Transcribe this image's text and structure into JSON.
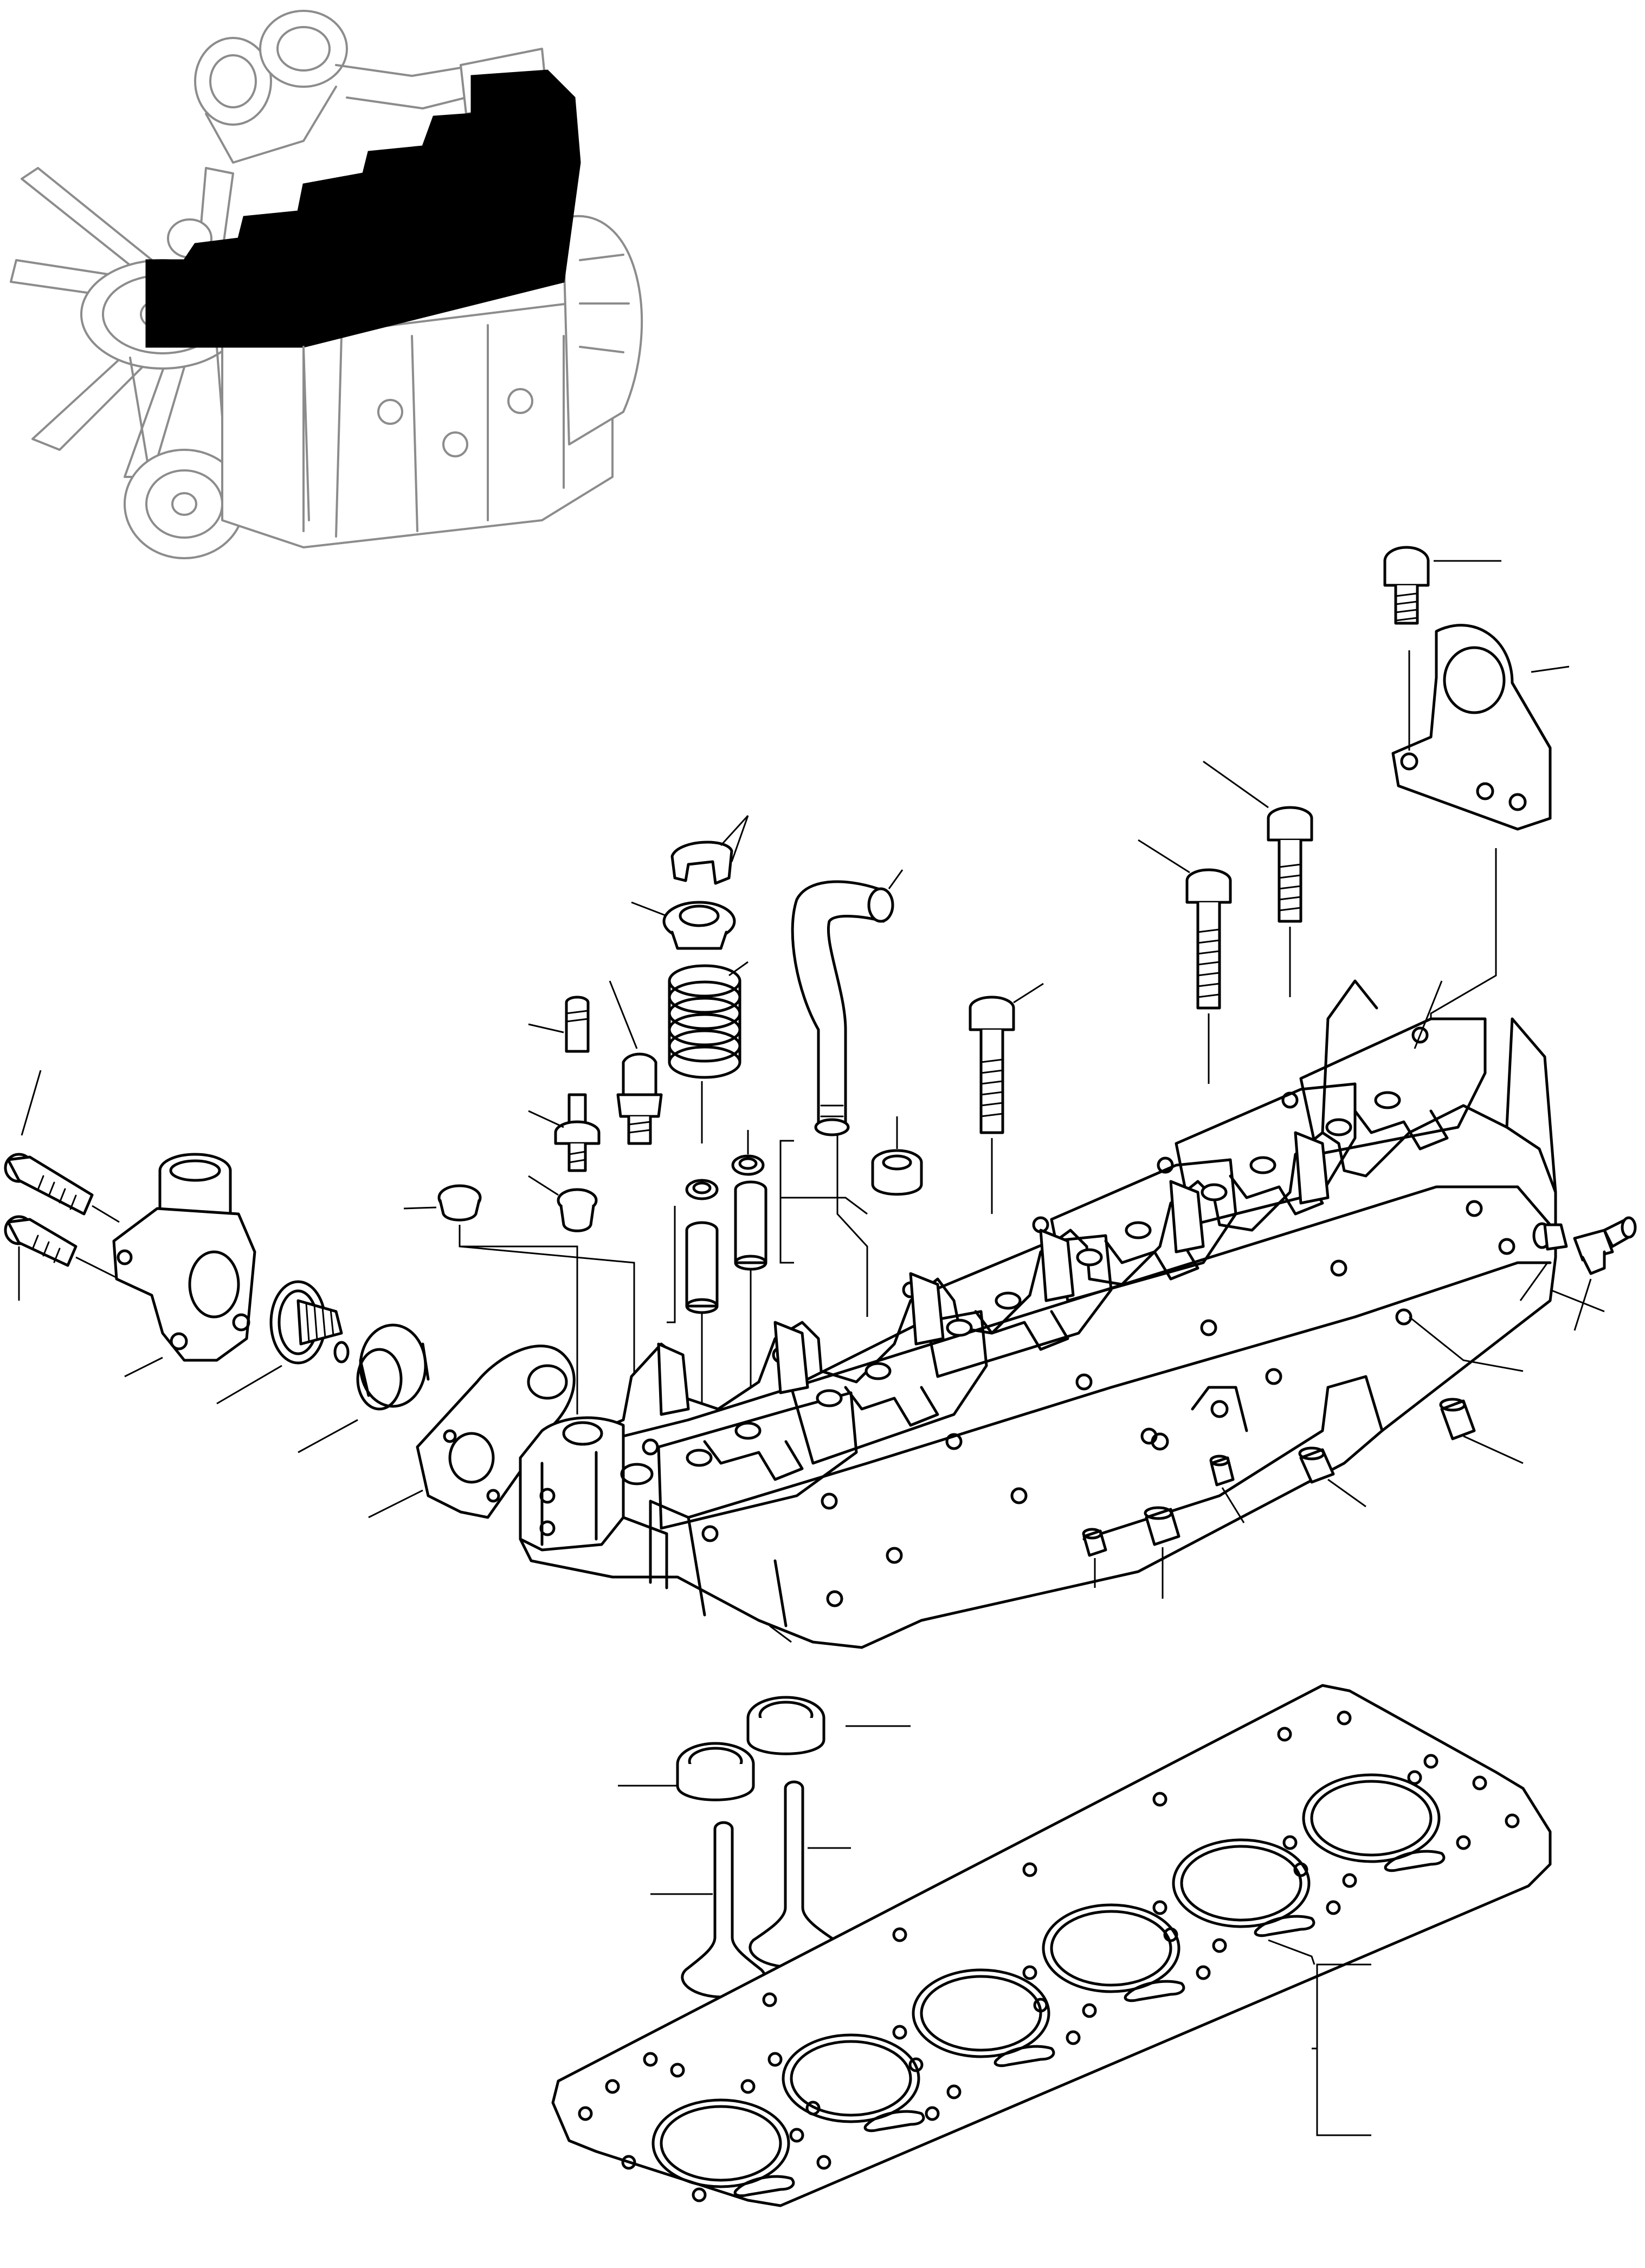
{
  "diagram": {
    "colors": {
      "ink": "#000000",
      "ghost": "#8c8c8c",
      "background": "#ffffff"
    },
    "parts": [
      "locator-engine",
      "cylinder-head",
      "head-gasket",
      "valve",
      "valve-seat",
      "valve-spring",
      "spring-retainer",
      "valve-keepers",
      "valve-guide",
      "guide-seal",
      "thermostat-housing",
      "thermostat",
      "thermostat-seal",
      "housing-gasket",
      "lifting-bracket",
      "head-bolt",
      "plug",
      "temperature-sender",
      "stud",
      "elbow-fitting",
      "breather-tube"
    ]
  }
}
